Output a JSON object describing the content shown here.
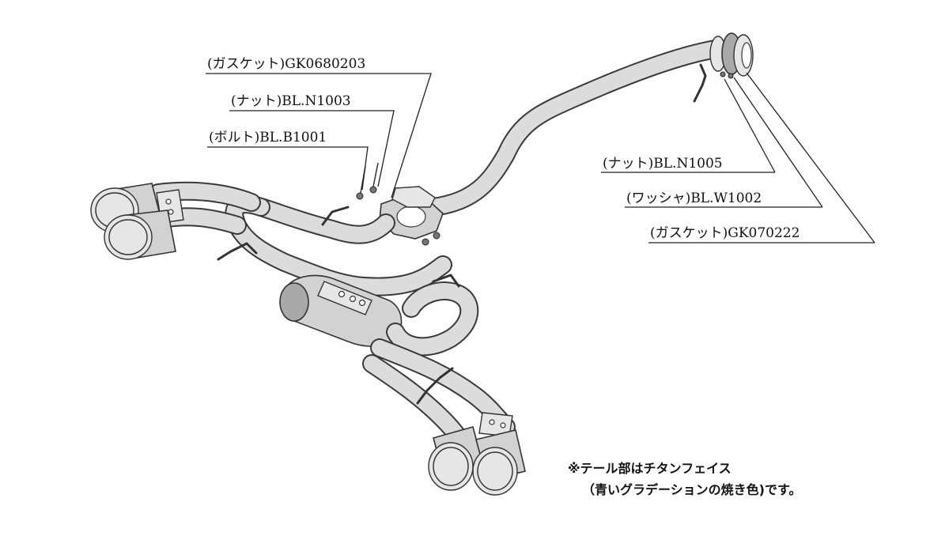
{
  "diagram": {
    "labels": {
      "gasket_front": "(ガスケット)GK0680203",
      "nut_front": "(ナット)BL.N1003",
      "bolt_front": "(ボルト)BL.B1001",
      "nut_rear": "(ナット)BL.N1005",
      "washer_rear": "(ワッシャ)BL.W1002",
      "gasket_rear": "(ガスケット)GK070222"
    },
    "note": {
      "line1": "※テール部はチタンフェイス",
      "line2": "（青いグラデーションの焼き色)です。"
    }
  }
}
